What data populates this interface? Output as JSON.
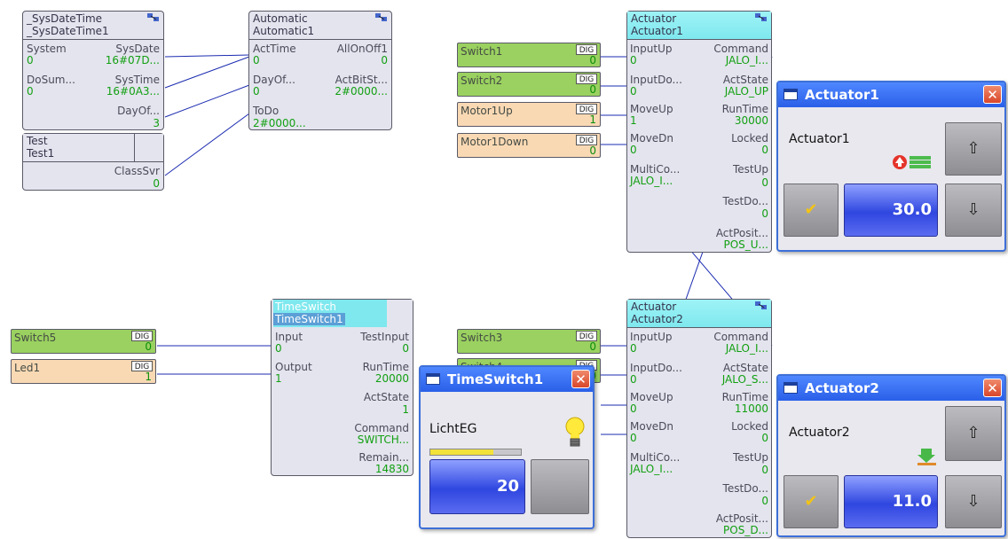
{
  "colors": {
    "accent": "#2a5fe8",
    "value_green": "#12a012",
    "dig_green": "#9ad160",
    "dig_orange": "#f9d9b4",
    "block_bg": "#e4e4ee"
  },
  "blocks": {
    "sysdatetime": {
      "type": "_SysDateTime",
      "name": "_SysDateTime1",
      "pins": [
        {
          "label": "System",
          "value": "0"
        },
        {
          "label": "SysDate",
          "value": "16#07D..."
        },
        {
          "label": "DoSum...",
          "value": "0"
        },
        {
          "label": "SysTime",
          "value": "16#0A3..."
        },
        {
          "label": "DayOf...",
          "value": "3"
        }
      ]
    },
    "test": {
      "type": "Test",
      "name": "Test1",
      "pins": [
        {
          "label": "ClassSvr",
          "value": "0"
        }
      ]
    },
    "automatic": {
      "type": "Automatic",
      "name": "Automatic1",
      "pins": [
        {
          "label": "ActTime",
          "value": "0"
        },
        {
          "label": "AllOnOff1",
          "value": "0"
        },
        {
          "label": "DayOf...",
          "value": "0"
        },
        {
          "label": "ActBitSt...",
          "value": "2#0000..."
        },
        {
          "label": "ToDo",
          "value": "2#0000..."
        }
      ]
    },
    "actuator1": {
      "type": "Actuator",
      "name": "Actuator1",
      "pins": [
        {
          "label": "InputUp",
          "value": "0"
        },
        {
          "label": "Command",
          "value": "JALO_I..."
        },
        {
          "label": "InputDo...",
          "value": "0"
        },
        {
          "label": "ActState",
          "value": "JALO_UP"
        },
        {
          "label": "MoveUp",
          "value": "1"
        },
        {
          "label": "RunTime",
          "value": "30000"
        },
        {
          "label": "MoveDn",
          "value": "0"
        },
        {
          "label": "Locked",
          "value": "0"
        },
        {
          "label": "MultiCo...",
          "value": "JALO_I..."
        },
        {
          "label": "TestUp",
          "value": "0"
        },
        {
          "label": "TestDo...",
          "value": "0"
        },
        {
          "label": "ActPosit...",
          "value": "POS_U..."
        }
      ]
    },
    "actuator2": {
      "type": "Actuator",
      "name": "Actuator2",
      "pins": [
        {
          "label": "InputUp",
          "value": "0"
        },
        {
          "label": "Command",
          "value": "JALO_I..."
        },
        {
          "label": "InputDo...",
          "value": "0"
        },
        {
          "label": "ActState",
          "value": "JALO_S..."
        },
        {
          "label": "MoveUp",
          "value": "0"
        },
        {
          "label": "RunTime",
          "value": "11000"
        },
        {
          "label": "MoveDn",
          "value": "0"
        },
        {
          "label": "Locked",
          "value": "0"
        },
        {
          "label": "MultiCo...",
          "value": "JALO_I..."
        },
        {
          "label": "TestUp",
          "value": "0"
        },
        {
          "label": "TestDo...",
          "value": "0"
        },
        {
          "label": "ActPosit...",
          "value": "POS_D..."
        }
      ]
    },
    "timeswitch": {
      "type": "TimeSwitch",
      "name": "TimeSwitch1",
      "pins": [
        {
          "label": "Input",
          "value": "0"
        },
        {
          "label": "TestInput",
          "value": "0"
        },
        {
          "label": "Output",
          "value": "1"
        },
        {
          "label": "RunTime",
          "value": "20000"
        },
        {
          "label": "ActState",
          "value": "1"
        },
        {
          "label": "Command",
          "value": "SWITCH..."
        },
        {
          "label": "Remain...",
          "value": "14830"
        }
      ]
    }
  },
  "digs": [
    {
      "name": "Switch1",
      "tag": "DIG",
      "value": "0"
    },
    {
      "name": "Switch2",
      "tag": "DIG",
      "value": "0"
    },
    {
      "name": "Motor1Up",
      "tag": "DIG",
      "value": "1"
    },
    {
      "name": "Motor1Down",
      "tag": "DIG",
      "value": "0"
    },
    {
      "name": "Switch5",
      "tag": "DIG",
      "value": "0"
    },
    {
      "name": "Led1",
      "tag": "DIG",
      "value": "1"
    },
    {
      "name": "Switch3",
      "tag": "DIG",
      "value": "0"
    },
    {
      "name": "Switch4",
      "tag": "DIG",
      "value": "0"
    }
  ],
  "windows": {
    "actuator1": {
      "title": "Actuator1",
      "label": "Actuator1",
      "value": "30.0",
      "close": "✕",
      "up_icon": "arrow-up-icon",
      "down_icon": "arrow-down-icon",
      "status_icon": "moving-up-icon"
    },
    "actuator2": {
      "title": "Actuator2",
      "label": "Actuator2",
      "value": "11.0",
      "close": "✕",
      "up_icon": "arrow-up-icon",
      "down_icon": "arrow-down-icon",
      "status_icon": "moving-down-icon"
    },
    "timeswitch": {
      "title": "TimeSwitch1",
      "label": "LichtEG",
      "value": "20",
      "close": "✕",
      "bulb_icon": "light-bulb-icon",
      "progress": 0.7
    }
  }
}
